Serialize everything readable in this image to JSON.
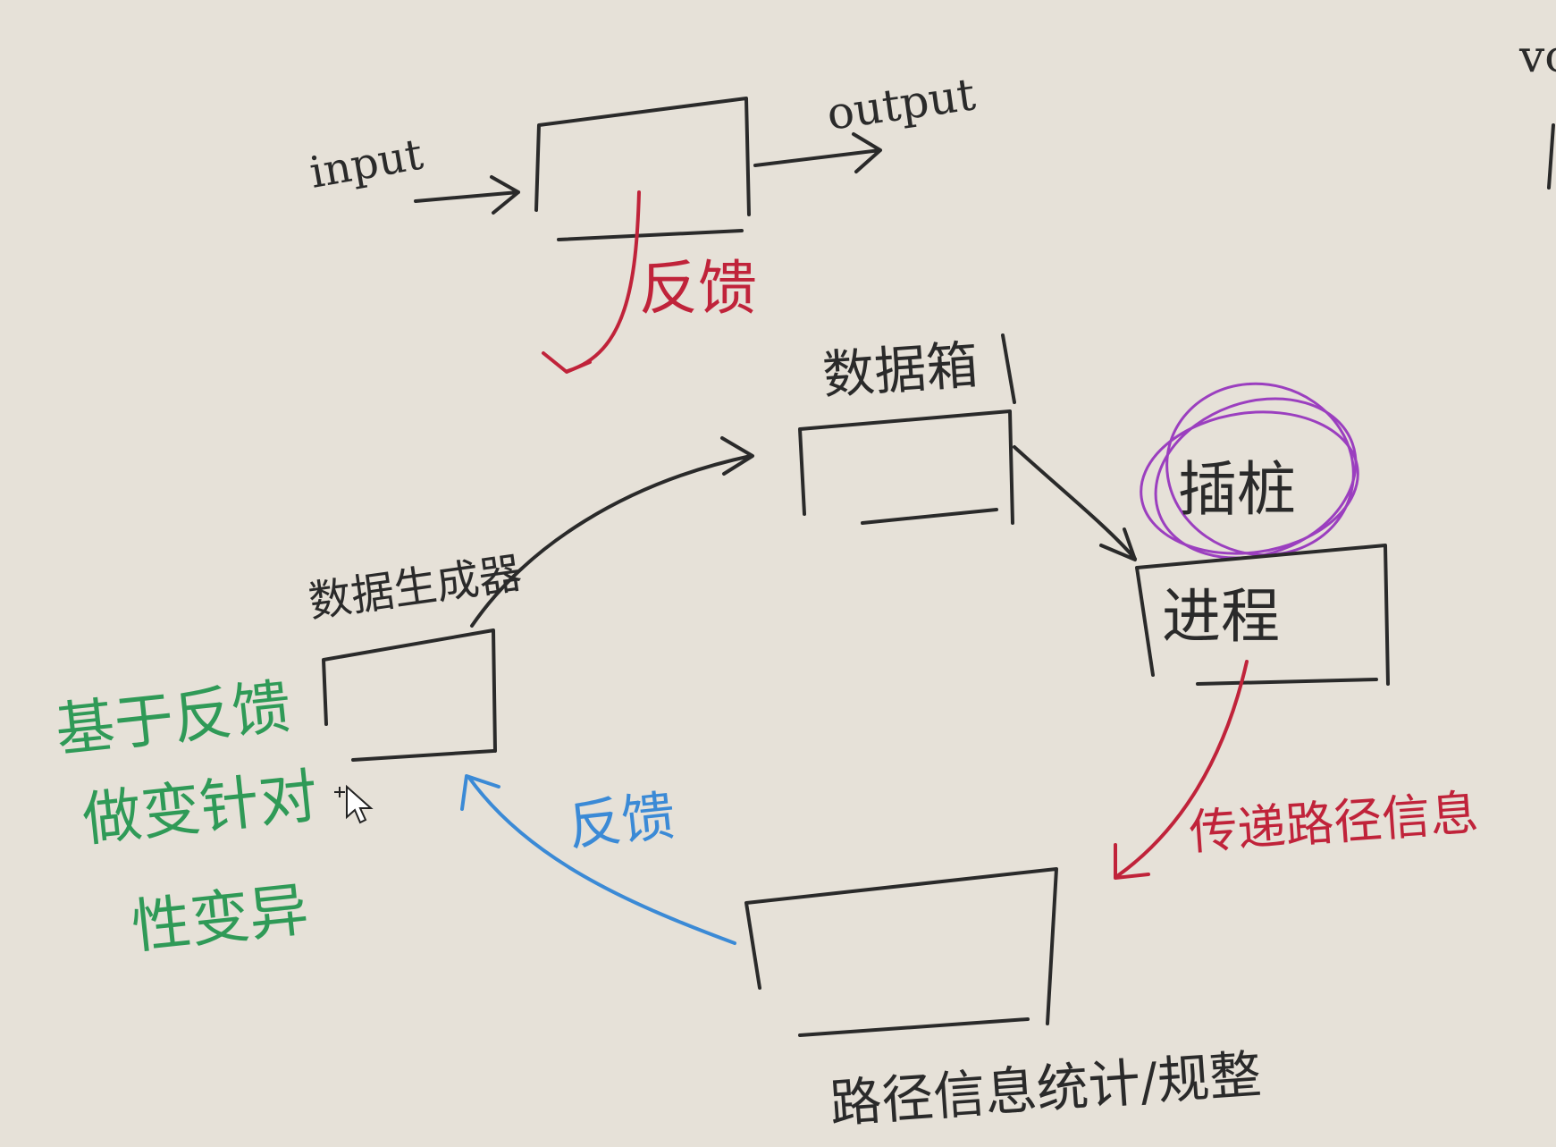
{
  "colors": {
    "paper": "#e6e1d8",
    "black_ink": "#2a2a2a",
    "red_ink": "#c0233a",
    "blue_ink": "#3b8ad6",
    "green_ink": "#2f9a57",
    "purple_ink": "#9b3fbf"
  },
  "top_diagram": {
    "input_label": "input",
    "output_label": "output",
    "feedback_label": "反馈"
  },
  "cycle": {
    "generator_label": "数据生成器",
    "box_label": "数据箱",
    "instrument_label": "插桩",
    "process_label": "进程",
    "path_transfer_label": "传递路径信息",
    "path_stats_label": "路径信息统计/规整",
    "feedback_label": "反馈"
  },
  "side_note": {
    "line1": "基于反馈",
    "line2": "做变针对",
    "line3": "性变异"
  },
  "edge_fragment": "vo"
}
